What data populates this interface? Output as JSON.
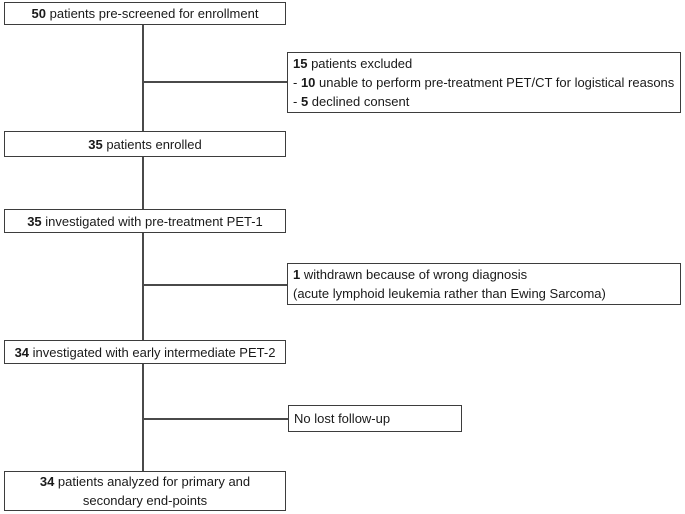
{
  "flowchart": {
    "boxes": {
      "prescreened": {
        "num": "50",
        "text": " patients pre-screened for enrollment"
      },
      "excluded": {
        "line1_num": "15",
        "line1_text": " patients excluded",
        "line2_dash": "- ",
        "line2_num": "10",
        "line2_text": " unable to perform pre-treatment PET/CT for logistical reasons",
        "line3_dash": "- ",
        "line3_num": "5",
        "line3_text": " declined consent"
      },
      "enrolled": {
        "num": "35",
        "text": " patients enrolled"
      },
      "pet1": {
        "num": "35",
        "text": " investigated with pre-treatment PET-1"
      },
      "withdrawn": {
        "line1_num": "1",
        "line1_text": " withdrawn because of wrong diagnosis",
        "line2": "(acute lymphoid leukemia rather than Ewing Sarcoma)"
      },
      "pet2": {
        "num": "34",
        "text": " investigated with early intermediate PET-2"
      },
      "no_lost": {
        "text": "No lost follow-up"
      },
      "analyzed": {
        "num": "34",
        "line1_text": " patients analyzed for primary and",
        "line2_text": "secondary end-points"
      }
    },
    "colors": {
      "box_border": "#3d3d3d",
      "connector_line": "#4a4a4a",
      "background": "#ffffff",
      "text": "#1a1a1a"
    }
  }
}
